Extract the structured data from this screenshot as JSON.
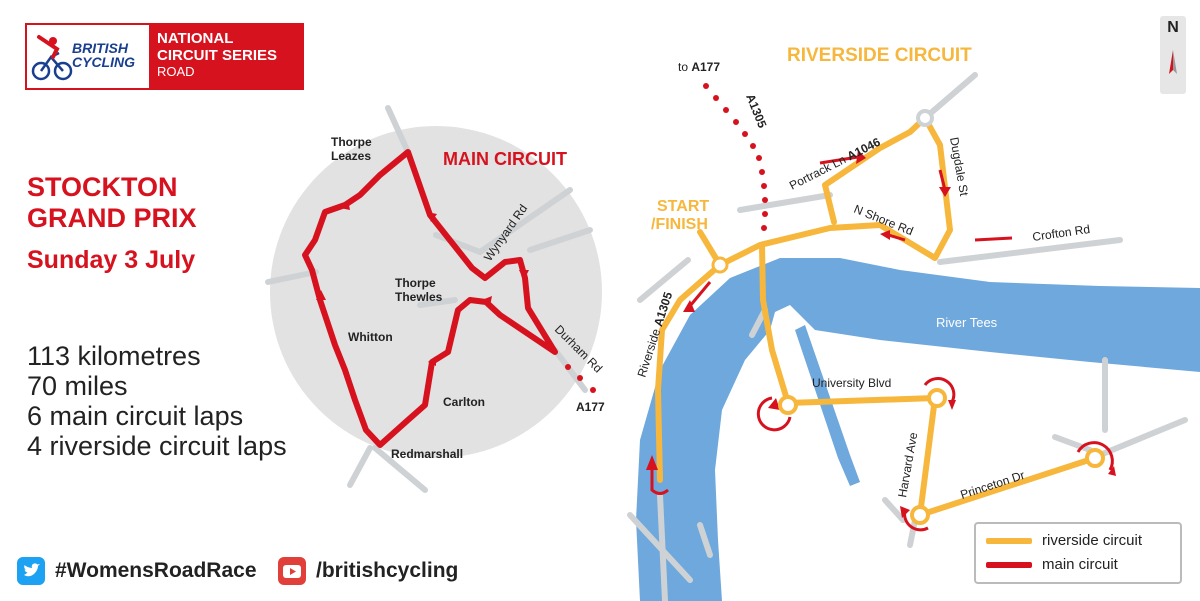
{
  "logo": {
    "brand_line1": "BRITISH",
    "brand_line2": "CYCLING",
    "series_line1": "NATIONAL",
    "series_line2": "CIRCUIT SERIES",
    "series_line3": "ROAD"
  },
  "event": {
    "title_line1": "STOCKTON",
    "title_line2": "GRAND PRIX",
    "date": "Sunday 3 July"
  },
  "stats": [
    "113 kilometres",
    "70 miles",
    "6 main circuit laps",
    "4 riverside circuit laps"
  ],
  "social": {
    "twitter": "#WomensRoadRace",
    "youtube": "/britishcycling"
  },
  "main_circuit": {
    "title": "MAIN CIRCUIT",
    "places": {
      "thorpe_leazes_1": "Thorpe",
      "thorpe_leazes_2": "Leazes",
      "thorpe_thewles_1": "Thorpe",
      "thorpe_thewles_2": "Thewles",
      "whitton": "Whitton",
      "carlton": "Carlton",
      "redmarshall": "Redmarshall",
      "wynyard_rd": "Wynyard Rd",
      "durham_rd": "Durham Rd",
      "a177": "A177"
    }
  },
  "riverside_circuit": {
    "title": "RIVERSIDE CIRCUIT",
    "start_finish_1": "START",
    "start_finish_2": "/FINISH",
    "roads": {
      "to_a177_prefix": "to ",
      "to_a177_road": "A177",
      "a1305": "A1305",
      "portrack_ln": "Portrack Ln ",
      "a1046": "A1046",
      "dugdale_st": "Dugdale St",
      "n_shore_rd": "N Shore Rd",
      "crofton_rd": "Crofton Rd",
      "river_tees": "River Tees",
      "riverside": "Riverside ",
      "riverside_a1305": "A1305",
      "university_blvd": "University Blvd",
      "harvard_ave": "Harvard Ave",
      "princeton_dr": "Princeton Dr"
    }
  },
  "compass": "N",
  "legend": {
    "riverside": "riverside circuit",
    "main": "main circuit"
  },
  "colors": {
    "red": "#d7121f",
    "orange": "#f6b73c",
    "river": "#6ea8dc",
    "road": "#cfd2d4",
    "circle": "#e2e2e2"
  }
}
